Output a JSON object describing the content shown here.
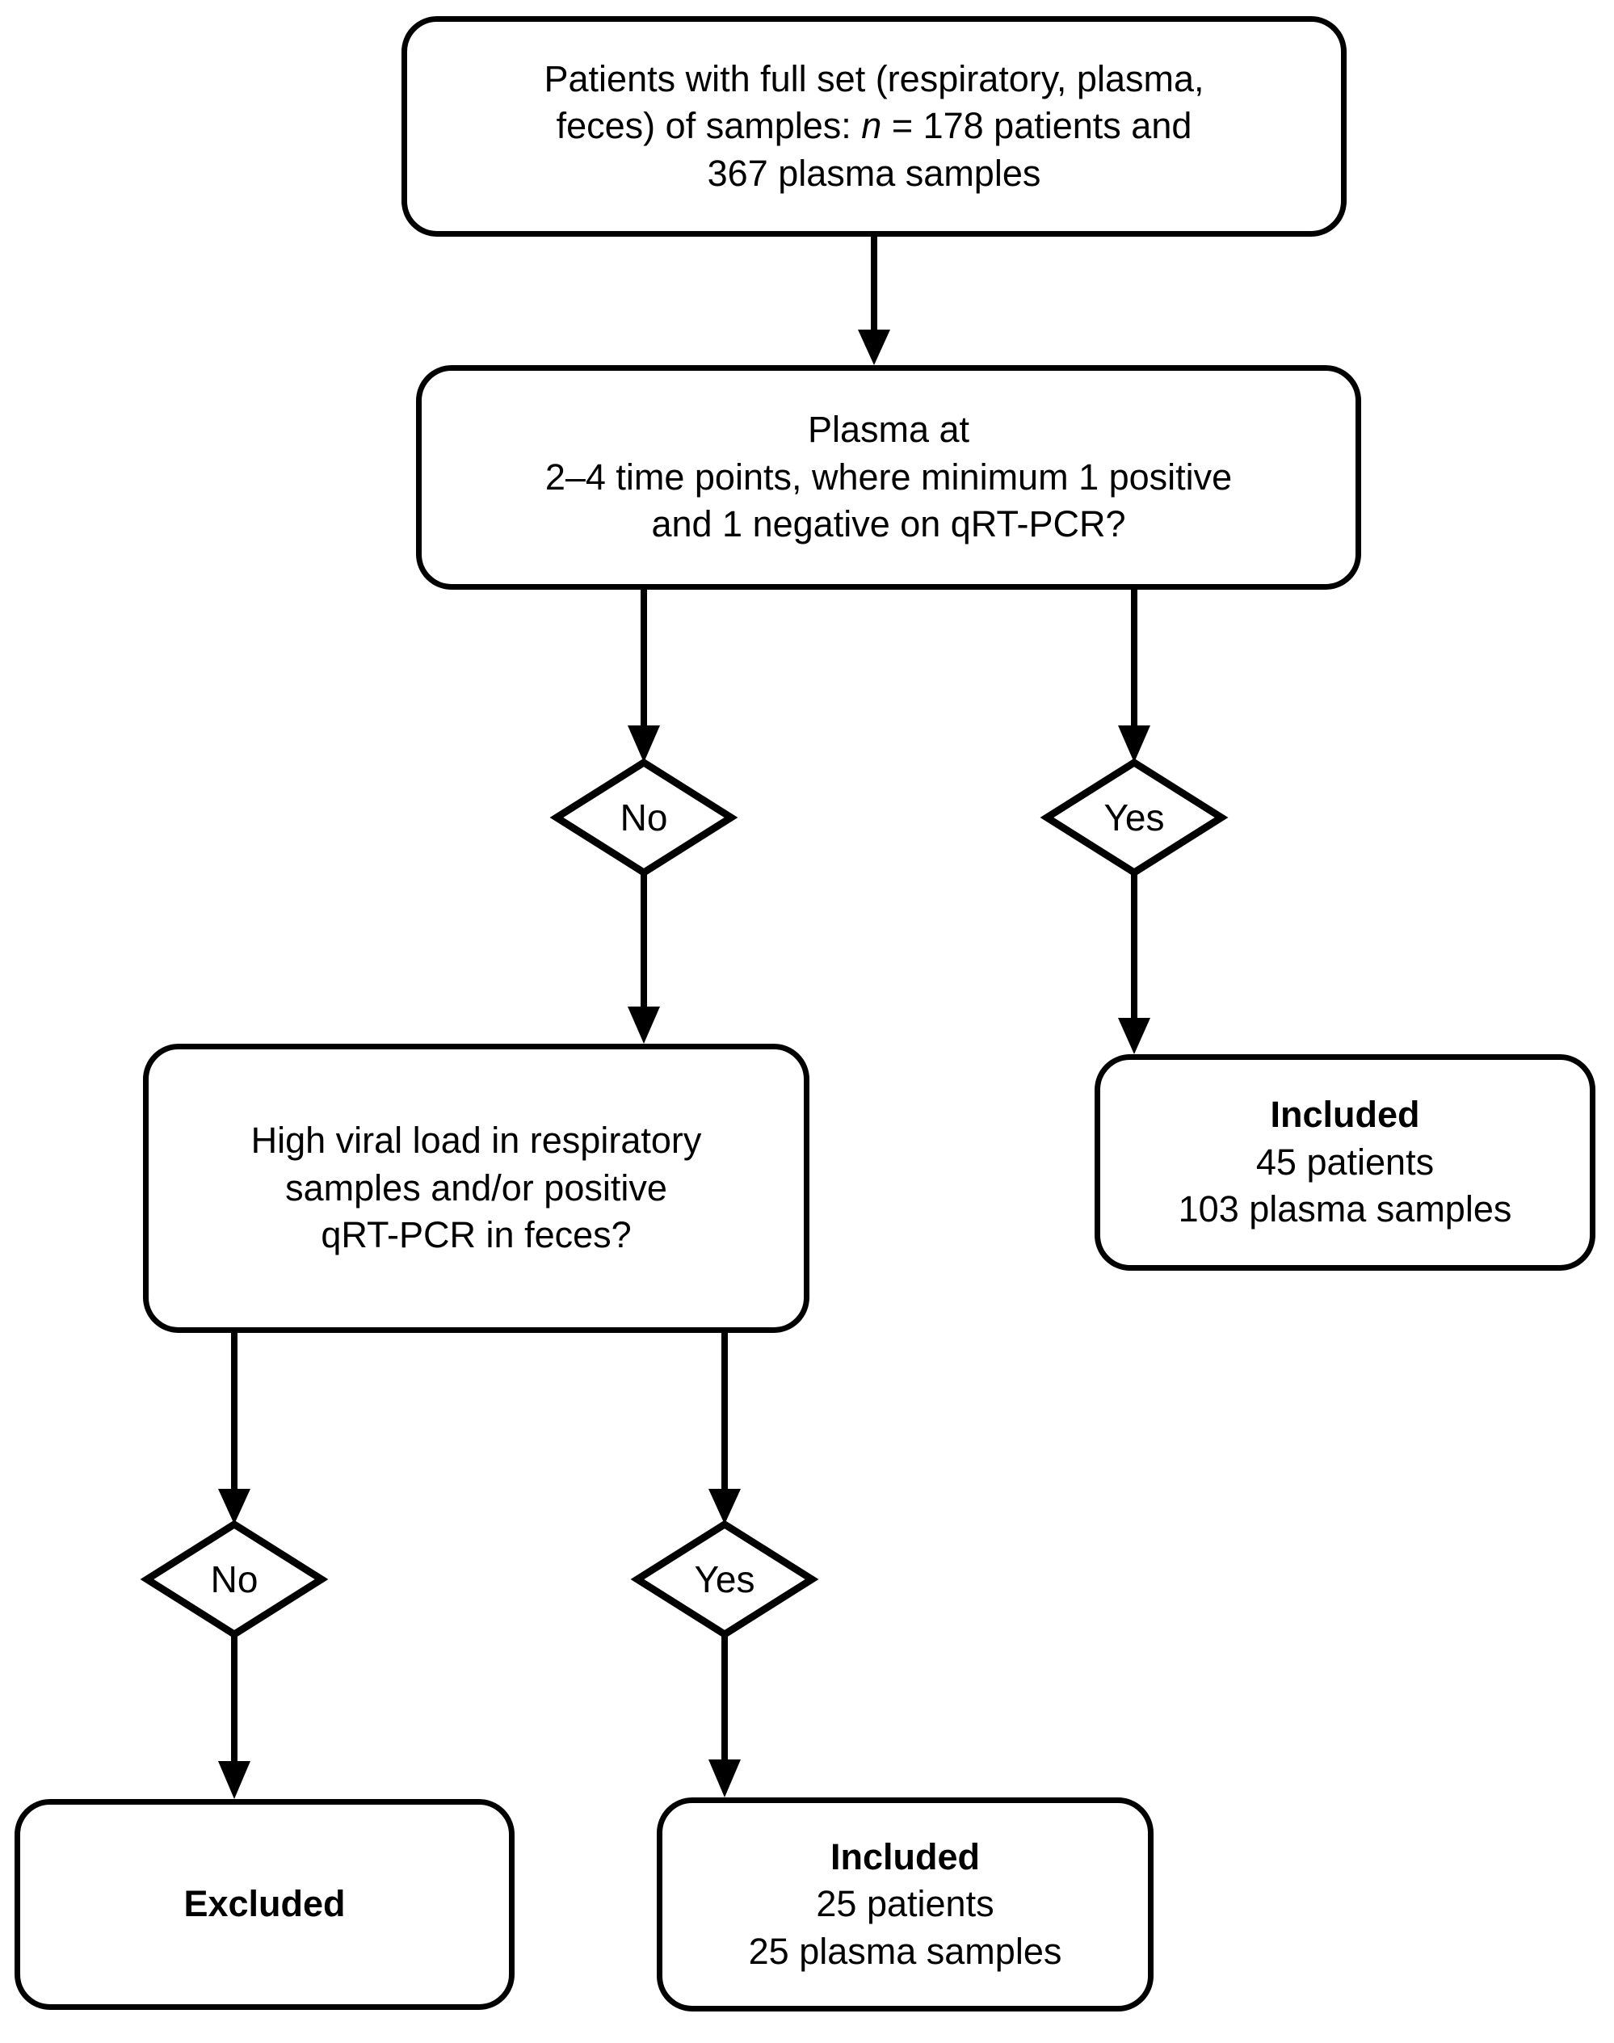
{
  "figure": {
    "kind": "flowchart",
    "title": "Patient and plasma sample inclusion flowchart",
    "background_color": "#ffffff",
    "line_color": "#000000",
    "fill_color": "#ffffff"
  },
  "nodes": {
    "source": {
      "shape": "rounded-rect",
      "lines": [
        "Patients with full set (respiratory, plasma,",
        "feces) of samples: n = 178 patients and",
        "367 plasma samples"
      ],
      "italic_token": "n"
    },
    "plasma_decision": {
      "shape": "rounded-rect",
      "lines": [
        "Plasma at",
        "2–4 time points, where minimum 1 positive",
        "and 1 negative on qRT-PCR?"
      ]
    },
    "plasma_no": {
      "shape": "diamond",
      "label": "No"
    },
    "plasma_yes": {
      "shape": "diamond",
      "label": "Yes"
    },
    "included_45": {
      "shape": "rounded-rect",
      "lines": [
        "Included",
        "45 patients",
        "103 plasma samples"
      ],
      "bold_lines": [
        0
      ]
    },
    "viral_load_decision": {
      "shape": "rounded-rect",
      "lines": [
        "High viral load in respiratory",
        "samples and/or positive",
        "qRT-PCR in feces?"
      ]
    },
    "viral_no": {
      "shape": "diamond",
      "label": "No"
    },
    "viral_yes": {
      "shape": "diamond",
      "label": "Yes"
    },
    "excluded": {
      "shape": "rounded-rect",
      "lines": [
        "Excluded"
      ],
      "bold_lines": [
        0
      ]
    },
    "included_25": {
      "shape": "rounded-rect",
      "lines": [
        "Included",
        "25 patients",
        "25 plasma samples"
      ],
      "bold_lines": [
        0
      ]
    }
  },
  "edges": [
    {
      "from": "source",
      "to": "plasma_decision",
      "label": ""
    },
    {
      "from": "plasma_decision",
      "to": "plasma_no",
      "label": ""
    },
    {
      "from": "plasma_decision",
      "to": "plasma_yes",
      "label": ""
    },
    {
      "from": "plasma_no",
      "to": "viral_load_decision",
      "label": ""
    },
    {
      "from": "plasma_yes",
      "to": "included_45",
      "label": ""
    },
    {
      "from": "viral_load_decision",
      "to": "viral_no",
      "label": ""
    },
    {
      "from": "viral_load_decision",
      "to": "viral_yes",
      "label": ""
    },
    {
      "from": "viral_no",
      "to": "excluded",
      "label": ""
    },
    {
      "from": "viral_yes",
      "to": "included_25",
      "label": ""
    }
  ],
  "counts": {
    "initial_patients": 178,
    "initial_plasma_samples": 367,
    "included_branch1_patients": 45,
    "included_branch1_plasma_samples": 103,
    "included_branch2_patients": 25,
    "included_branch2_plasma_samples": 25
  }
}
